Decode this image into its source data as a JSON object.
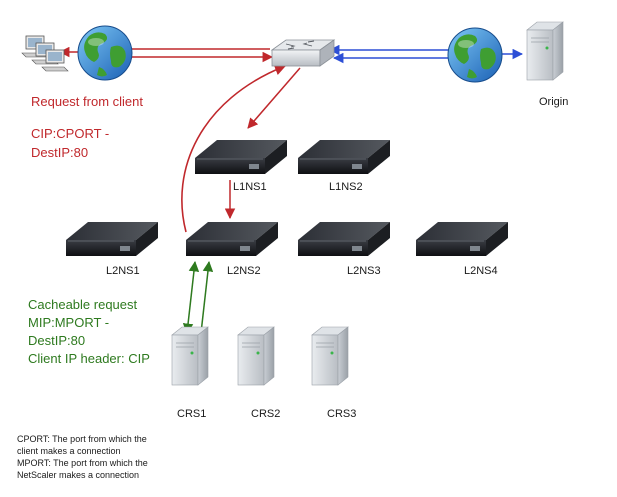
{
  "client_request": {
    "title": "Request from client",
    "line1": "CIP:CPORT -",
    "line2": "DestIP:80"
  },
  "cache_request": {
    "title": "Cacheable request",
    "line1": "MIP:MPORT -",
    "line2": "DestIP:80",
    "line3": "Client IP header: CIP"
  },
  "labels": {
    "origin": "Origin",
    "l1ns1": "L1NS1",
    "l1ns2": "L1NS2",
    "l2ns1": "L2NS1",
    "l2ns2": "L2NS2",
    "l2ns3": "L2NS3",
    "l2ns4": "L2NS4",
    "crs1": "CRS1",
    "crs2": "CRS2",
    "crs3": "CRS3"
  },
  "footnotes": {
    "cport_1": "CPORT: The port from which the",
    "cport_2": "client makes a connection",
    "mport_1": "MPORT: The port from which the",
    "mport_2": "NetScaler makes a connection"
  },
  "icons": {
    "clients": "client-computers-icon",
    "globe_left": "globe-icon",
    "globe_right": "globe-icon",
    "switch": "switch-icon",
    "origin": "server-tower-icon",
    "netscaler": "netscaler-appliance-icon",
    "cache_server": "server-tower-icon"
  },
  "colors": {
    "client_path": "#c0282c",
    "origin_path": "#2d4fd6",
    "cache_path": "#2e7a1f"
  }
}
